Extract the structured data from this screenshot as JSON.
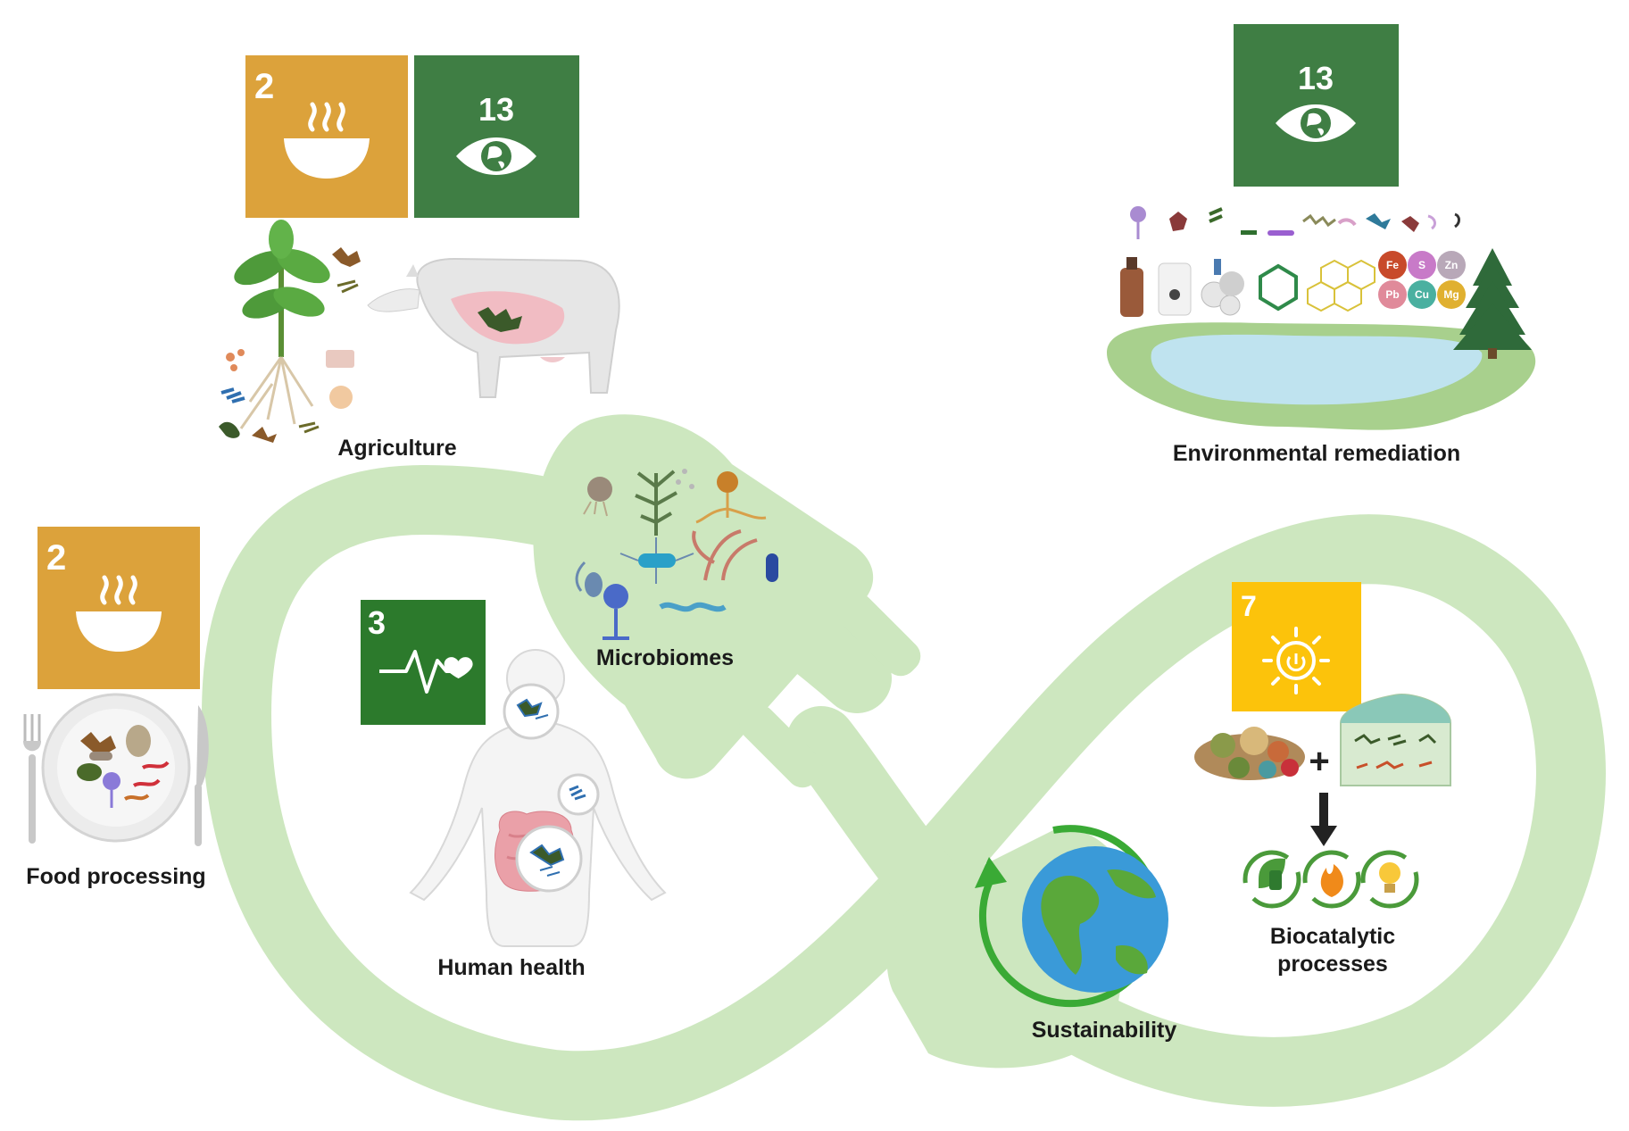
{
  "colors": {
    "loop": "#cde7bf",
    "sdg_food": "#dca23b",
    "sdg_climate": "#3f7e44",
    "sdg_health": "#2c7a2c",
    "sdg_energy": "#fcc30b",
    "water": "#bfe3ef",
    "land": "#a8d08d",
    "arrow_green": "#3aaa35"
  },
  "badges": {
    "agri_food": {
      "number": "2",
      "icon": "bowl-icon"
    },
    "agri_climate": {
      "number": "13",
      "icon": "eye-earth-icon"
    },
    "env_climate": {
      "number": "13",
      "icon": "eye-earth-icon"
    },
    "food_food": {
      "number": "2",
      "icon": "bowl-icon"
    },
    "health": {
      "number": "3",
      "icon": "heartbeat-icon"
    },
    "energy": {
      "number": "7",
      "icon": "sun-power-icon"
    }
  },
  "labels": {
    "agriculture": "Agriculture",
    "environmental_remediation": "Environmental remediation",
    "food_processing": "Food processing",
    "microbiomes": "Microbiomes",
    "human_health": "Human health",
    "sustainability": "Sustainability",
    "biocatalytic_line1": "Biocatalytic",
    "biocatalytic_line2": "processes"
  },
  "elements": [
    "Fe",
    "S",
    "Zn",
    "Pb",
    "Cu",
    "Mg"
  ],
  "symbols": {
    "plus": "+"
  }
}
